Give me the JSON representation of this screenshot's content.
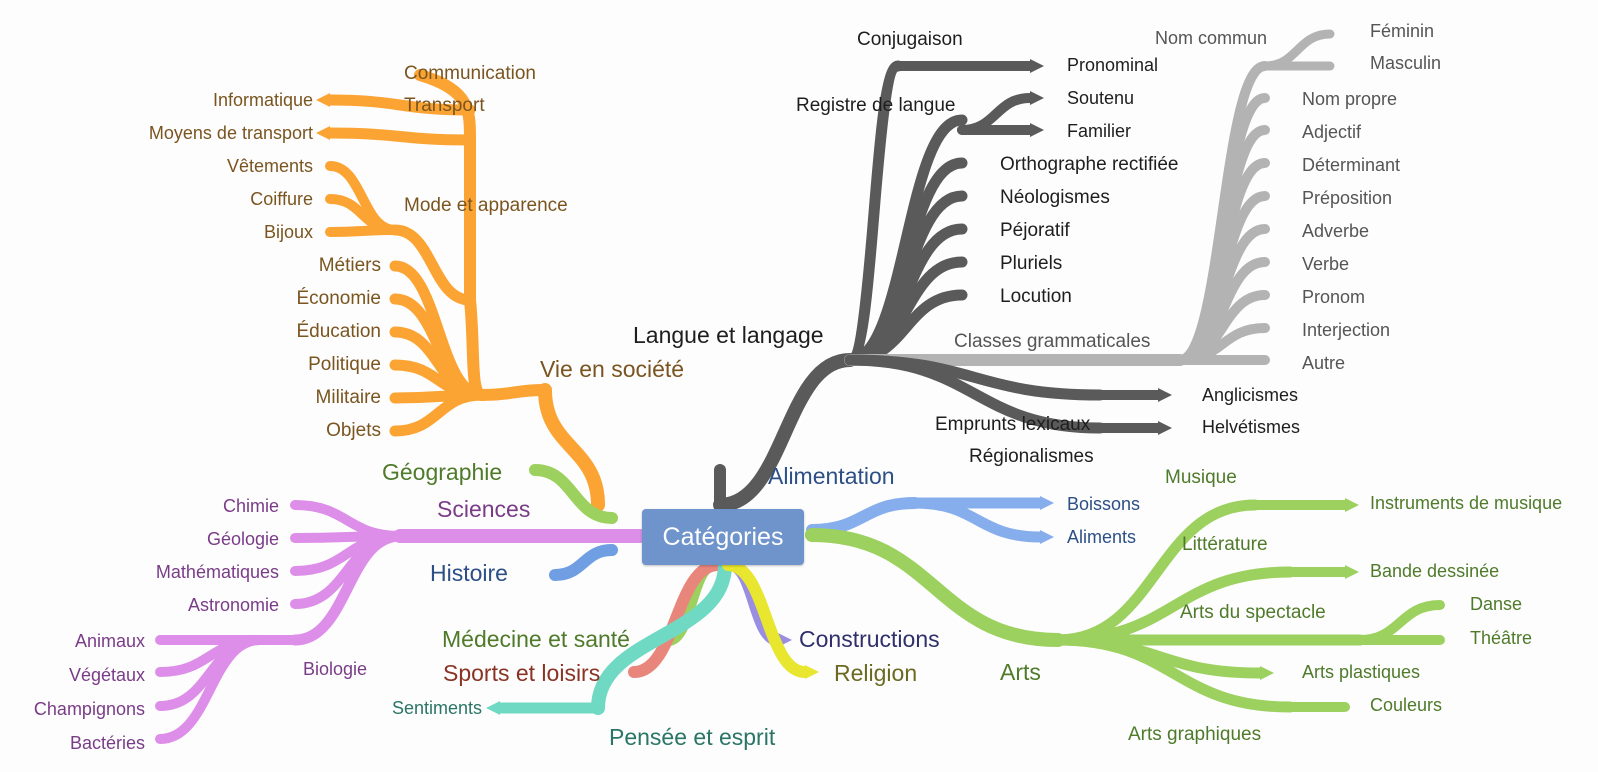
{
  "root": {
    "label": "Catégories",
    "color": "#6f93cb"
  },
  "branches": [
    {
      "id": "langue",
      "label": "Langue et langage",
      "color": "#5a5a5a",
      "text": "#1e1e1e",
      "children": [
        {
          "label": "Conjugaison",
          "children": [
            {
              "label": "Pronominal"
            }
          ]
        },
        {
          "label": "Registre de langue",
          "children": [
            {
              "label": "Soutenu"
            },
            {
              "label": "Familier"
            }
          ]
        },
        {
          "label": "Orthographe rectifiée"
        },
        {
          "label": "Néologismes"
        },
        {
          "label": "Péjoratif"
        },
        {
          "label": "Pluriels"
        },
        {
          "label": "Locution"
        },
        {
          "label": "Classes grammaticales",
          "color": "#b3b3b3",
          "text": "#555555",
          "children": [
            {
              "label": "Nom commun",
              "children": [
                {
                  "label": "Féminin"
                },
                {
                  "label": "Masculin"
                }
              ]
            },
            {
              "label": "Nom propre"
            },
            {
              "label": "Adjectif"
            },
            {
              "label": "Déterminant"
            },
            {
              "label": "Préposition"
            },
            {
              "label": "Adverbe"
            },
            {
              "label": "Verbe"
            },
            {
              "label": "Pronom"
            },
            {
              "label": "Interjection"
            },
            {
              "label": "Autre"
            }
          ]
        },
        {
          "label": "Emprunts lexicaux",
          "children": [
            {
              "label": "Anglicismes"
            },
            {
              "label": "Helvétismes"
            }
          ]
        },
        {
          "label": "Régionalismes"
        }
      ]
    },
    {
      "id": "vie",
      "label": "Vie en société",
      "color": "#fca433",
      "text": "#7a5520",
      "children": [
        {
          "label": "Communication",
          "children": [
            {
              "label": "Informatique"
            }
          ]
        },
        {
          "label": "Transport",
          "children": [
            {
              "label": "Moyens de transport"
            }
          ]
        },
        {
          "label": "Mode et apparence",
          "children": [
            {
              "label": "Vêtements"
            },
            {
              "label": "Coiffure"
            },
            {
              "label": "Bijoux"
            }
          ]
        },
        {
          "label": "Métiers"
        },
        {
          "label": "Économie"
        },
        {
          "label": "Éducation"
        },
        {
          "label": "Politique"
        },
        {
          "label": "Militaire"
        },
        {
          "label": "Objets"
        }
      ]
    },
    {
      "id": "geo",
      "label": "Géographie",
      "color": "#9cd15f",
      "text": "#4f7a2a"
    },
    {
      "id": "sciences",
      "label": "Sciences",
      "color": "#dd8ee8",
      "text": "#7a3c88",
      "children": [
        {
          "label": "Chimie"
        },
        {
          "label": "Géologie"
        },
        {
          "label": "Mathématiques"
        },
        {
          "label": "Astronomie"
        },
        {
          "label": "Biologie",
          "children": [
            {
              "label": "Animaux"
            },
            {
              "label": "Végétaux"
            },
            {
              "label": "Champignons"
            },
            {
              "label": "Bactéries"
            }
          ]
        }
      ]
    },
    {
      "id": "histoire",
      "label": "Histoire",
      "color": "#6f9ee3",
      "text": "#2c4f86"
    },
    {
      "id": "medecine",
      "label": "Médecine et santé",
      "color": "#9cd15f",
      "text": "#4f7a2a"
    },
    {
      "id": "sports",
      "label": "Sports et loisirs",
      "color": "#e8867c",
      "text": "#8a3324"
    },
    {
      "id": "pensee",
      "label": "Pensée et esprit",
      "color": "#6fd9c3",
      "text": "#2a7565",
      "children": [
        {
          "label": "Sentiments"
        }
      ]
    },
    {
      "id": "constructions",
      "label": "Constructions",
      "color": "#9a8ee3",
      "text": "#2f2f6b"
    },
    {
      "id": "religion",
      "label": "Religion",
      "color": "#e9e62f",
      "text": "#6b6a21"
    },
    {
      "id": "alimentation",
      "label": "Alimentation",
      "color": "#86aeed",
      "text": "#2c4f86",
      "children": [
        {
          "label": "Boissons"
        },
        {
          "label": "Aliments"
        }
      ]
    },
    {
      "id": "arts",
      "label": "Arts",
      "color": "#9cd15f",
      "text": "#4f7a2a",
      "children": [
        {
          "label": "Musique",
          "children": [
            {
              "label": "Instruments de musique"
            }
          ]
        },
        {
          "label": "Littérature",
          "children": [
            {
              "label": "Bande dessinée"
            }
          ]
        },
        {
          "label": "Arts du spectacle",
          "children": [
            {
              "label": "Danse"
            },
            {
              "label": "Théâtre"
            }
          ]
        },
        {
          "label": "Arts plastiques"
        },
        {
          "label": "Arts graphiques",
          "children": [
            {
              "label": "Couleurs"
            }
          ]
        }
      ]
    }
  ]
}
